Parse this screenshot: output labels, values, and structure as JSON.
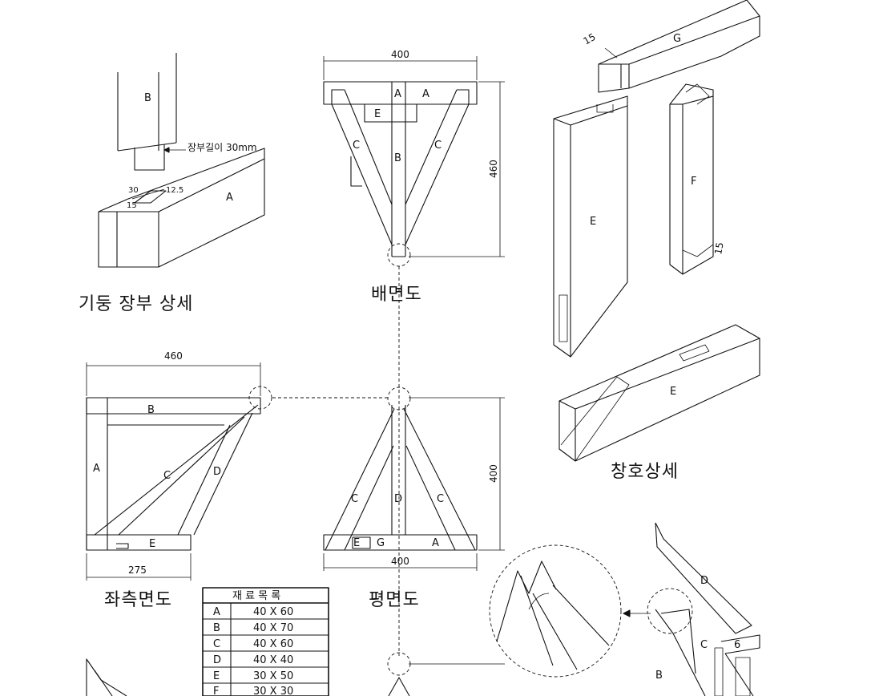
{
  "titles": {
    "tenon_detail": "기둥 장부 상세",
    "back_view": "배면도",
    "left_view": "좌측면도",
    "plan_view": "평면도",
    "window_detail": "창호상세"
  },
  "dimensions": {
    "back_width": "400",
    "back_height": "460",
    "left_width": "460",
    "left_bottom": "275",
    "plan_width": "400",
    "plan_height": "400",
    "tenon_30": "30",
    "tenon_12_5": "12.5",
    "tenon_15": "15",
    "g_15": "15",
    "f_15": "15",
    "detail_6": "6"
  },
  "notes": {
    "tenon_length": "장부길이 30mm"
  },
  "part_labels": {
    "A": "A",
    "B": "B",
    "C": "C",
    "D": "D",
    "E": "E",
    "F": "F",
    "G": "G"
  },
  "material_table": {
    "header": "재 료 목 록",
    "rows": [
      {
        "part": "A",
        "size": "40 X 60"
      },
      {
        "part": "B",
        "size": "40 X 70"
      },
      {
        "part": "C",
        "size": "40 X 60"
      },
      {
        "part": "D",
        "size": "40 X 40"
      },
      {
        "part": "E",
        "size": "30 X 50"
      },
      {
        "part": "F",
        "size": "30 X 30"
      }
    ]
  }
}
